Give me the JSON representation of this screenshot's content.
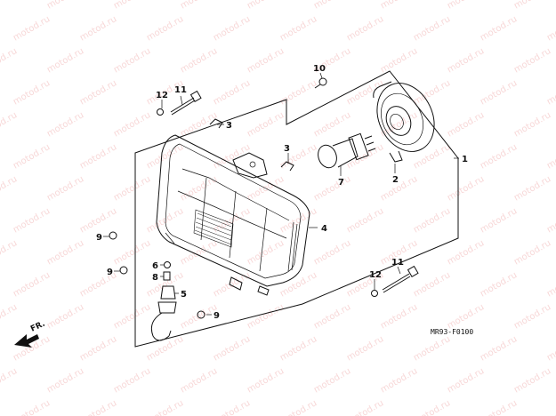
{
  "diagram": {
    "code": "MR93-F0100",
    "direction_label": "FR.",
    "watermark": "motod.ru",
    "callouts": {
      "c1": "1",
      "c2": "2",
      "c3a": "3",
      "c3b": "3",
      "c4": "4",
      "c5": "5",
      "c6": "6",
      "c7": "7",
      "c8": "8",
      "c9a": "9",
      "c9b": "9",
      "c9c": "9",
      "c10": "10",
      "c11a": "11",
      "c11b": "11",
      "c12a": "12",
      "c12b": "12"
    }
  },
  "colors": {
    "line": "#111111",
    "watermark": "#f2b8b8"
  }
}
